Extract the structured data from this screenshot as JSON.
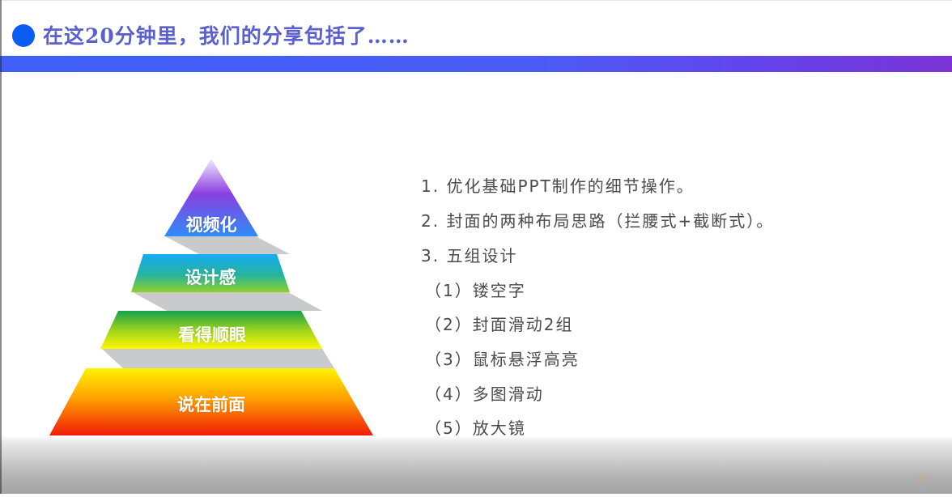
{
  "slide": {
    "title": "在这20分钟里，我们的分享包括了……",
    "colors": {
      "bullet": "#0a5cf2",
      "title_text": "#5b60cf",
      "header_bar_start": "#3f5ff8",
      "header_bar_end": "#7c34d6",
      "list_text": "#4b4b4b",
      "pyramid_shadow": "#c8cacb"
    }
  },
  "pyramid": {
    "tiers": [
      {
        "label": "视频化",
        "colors": [
          "#f1e6ff",
          "#8a3fe0",
          "#2e8cf8"
        ]
      },
      {
        "label": "设计感",
        "colors": [
          "#16aaf6",
          "#2ab89a",
          "#8fd02a"
        ]
      },
      {
        "label": "看得顺眼",
        "colors": [
          "#14a24a",
          "#9ad21e",
          "#fff700"
        ]
      },
      {
        "label": "说在前面",
        "colors": [
          "#fff200",
          "#ff9a00",
          "#f01c08"
        ]
      }
    ]
  },
  "list": {
    "items": [
      "1. 优化基础PPT制作的细节操作。",
      "2. 封面的两种布局思路（拦腰式+截断式）。",
      "3. 五组设计",
      "（1）镂空字",
      "（2）封面滑动2组",
      "（3）鼠标悬浮高亮",
      "（4）多图滑动",
      "（5）放大镜"
    ]
  }
}
